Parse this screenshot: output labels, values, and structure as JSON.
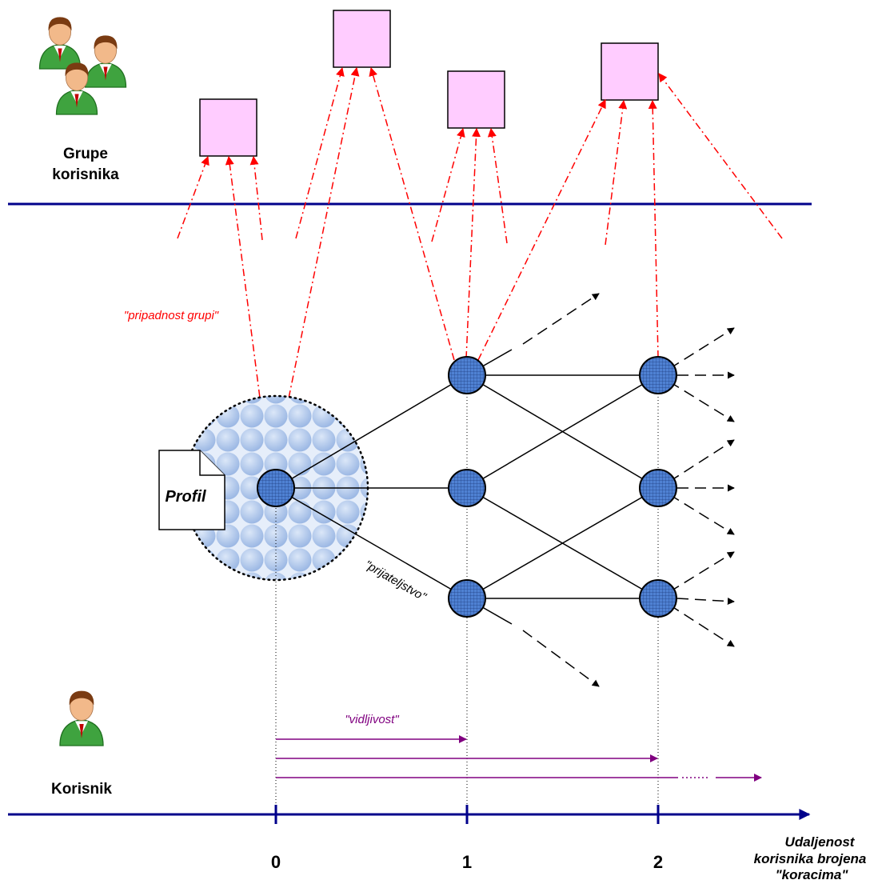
{
  "labels": {
    "groups_line1": "Grupe",
    "groups_line2": "korisnika",
    "user": "Korisnik",
    "profile": "Profil",
    "membership": "\"pripadnost grupi\"",
    "friendship": "\"prijateljstvo\"",
    "visibility": "\"vidljivost\"",
    "axis_title_line1": "Udaljenost",
    "axis_title_line2": "korisnika brojena",
    "axis_title_line3": "\"koracima\""
  },
  "axis_ticks": [
    "0",
    "1",
    "2"
  ],
  "colors": {
    "axis": "#00008b",
    "group_box_fill": "#ffccff",
    "node_fill": "#4f81d3",
    "membership_line": "#ff0000",
    "visibility_arrow": "#800080",
    "profile_circle": "#b0c8ec"
  },
  "icons": {
    "groups": "users-group-icon",
    "user": "user-icon",
    "profile": "document-icon"
  }
}
